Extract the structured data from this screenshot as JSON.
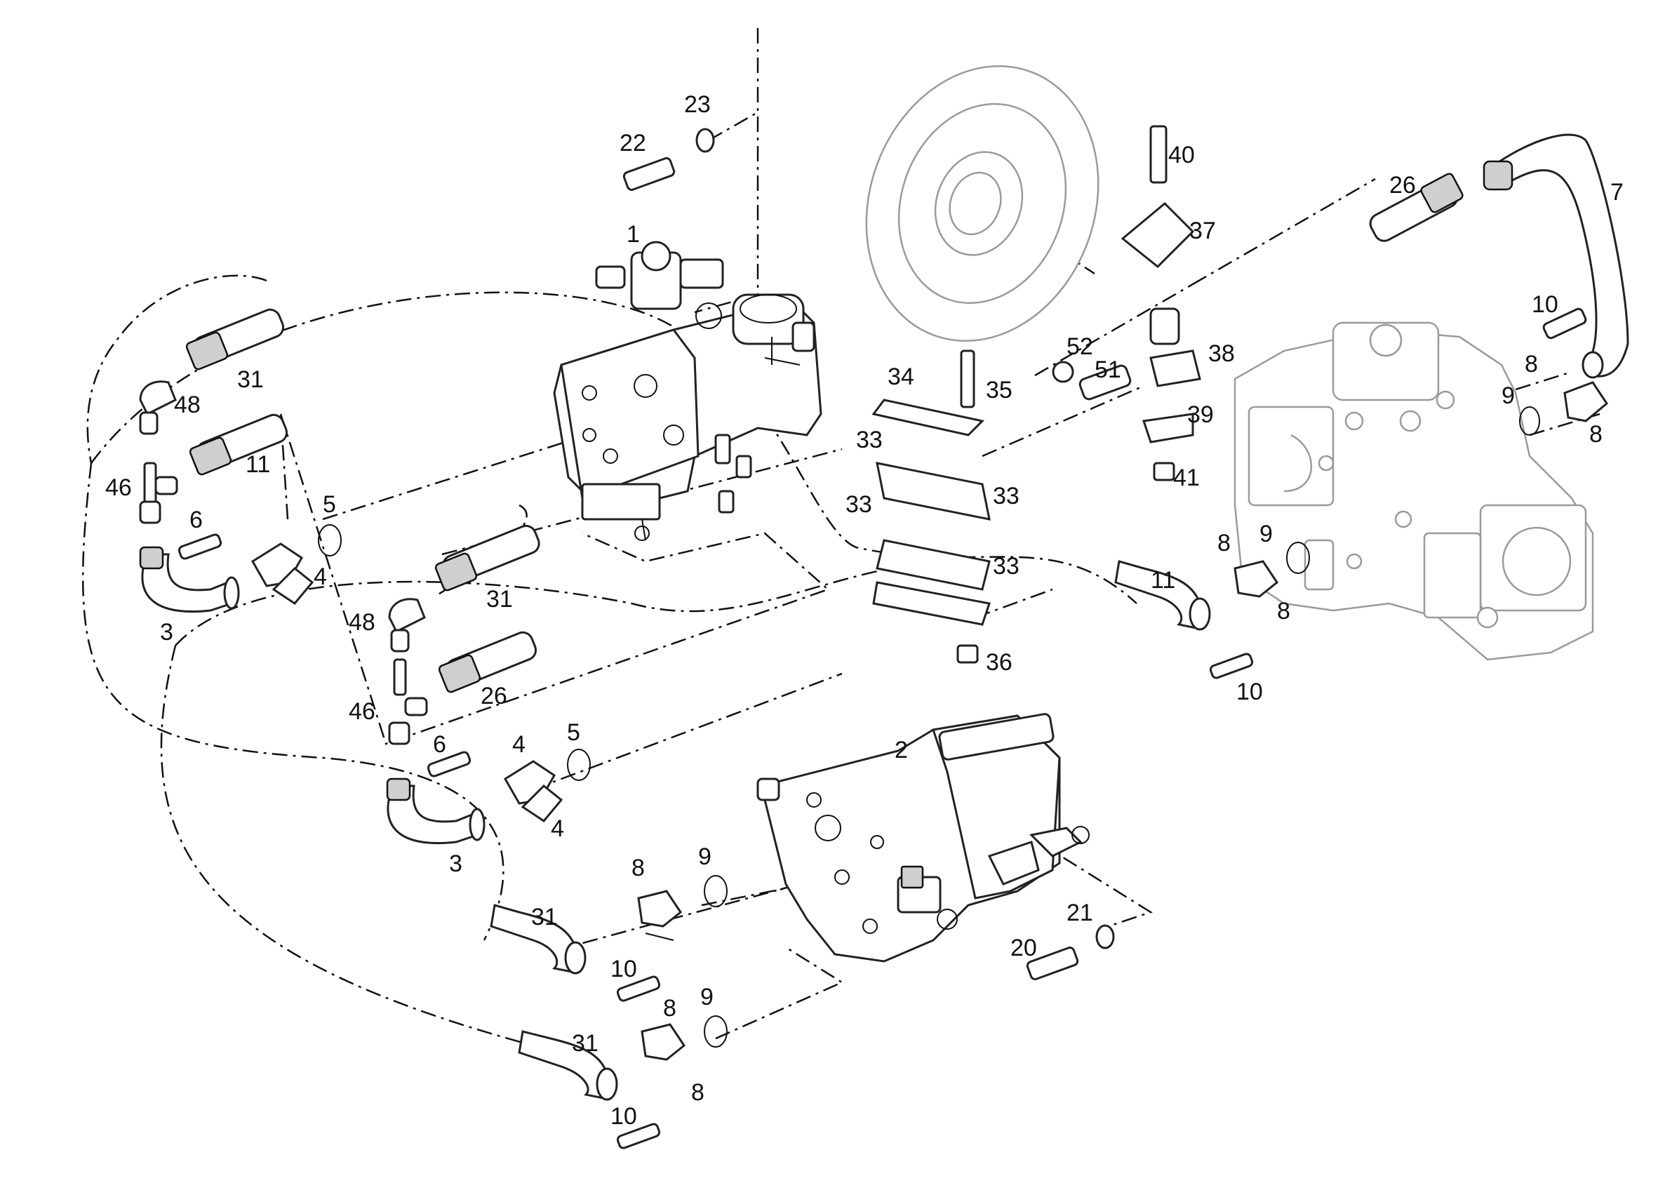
{
  "diagram": {
    "callouts": [
      {
        "id": "c1",
        "text": "1"
      },
      {
        "id": "c2",
        "text": "2"
      },
      {
        "id": "c23",
        "text": "23"
      },
      {
        "id": "c22",
        "text": "22"
      },
      {
        "id": "c40",
        "text": "40"
      },
      {
        "id": "c37",
        "text": "37"
      },
      {
        "id": "c26a",
        "text": "26"
      },
      {
        "id": "c7",
        "text": "7"
      },
      {
        "id": "c10a",
        "text": "10"
      },
      {
        "id": "c8a",
        "text": "8"
      },
      {
        "id": "c9a",
        "text": "9"
      },
      {
        "id": "c8b",
        "text": "8"
      },
      {
        "id": "c52",
        "text": "52"
      },
      {
        "id": "c51",
        "text": "51"
      },
      {
        "id": "c38",
        "text": "38"
      },
      {
        "id": "c39",
        "text": "39"
      },
      {
        "id": "c41",
        "text": "41"
      },
      {
        "id": "c34",
        "text": "34"
      },
      {
        "id": "c35",
        "text": "35"
      },
      {
        "id": "c33a",
        "text": "33"
      },
      {
        "id": "c33b",
        "text": "33"
      },
      {
        "id": "c33c",
        "text": "33"
      },
      {
        "id": "c33d",
        "text": "33"
      },
      {
        "id": "c36",
        "text": "36"
      },
      {
        "id": "c31a",
        "text": "31"
      },
      {
        "id": "c48a",
        "text": "48"
      },
      {
        "id": "c11a",
        "text": "11"
      },
      {
        "id": "c46a",
        "text": "46"
      },
      {
        "id": "c6a",
        "text": "6"
      },
      {
        "id": "c5a",
        "text": "5"
      },
      {
        "id": "c4a",
        "text": "4"
      },
      {
        "id": "c3a",
        "text": "3"
      },
      {
        "id": "c31b",
        "text": "31"
      },
      {
        "id": "c48b",
        "text": "48"
      },
      {
        "id": "c26b",
        "text": "26"
      },
      {
        "id": "c46b",
        "text": "46"
      },
      {
        "id": "c6b",
        "text": "6"
      },
      {
        "id": "c4b",
        "text": "4"
      },
      {
        "id": "c5b",
        "text": "5"
      },
      {
        "id": "c4c",
        "text": "4"
      },
      {
        "id": "c3b",
        "text": "3"
      },
      {
        "id": "c11b",
        "text": "11"
      },
      {
        "id": "c8c",
        "text": "8"
      },
      {
        "id": "c9b",
        "text": "9"
      },
      {
        "id": "c8d",
        "text": "8"
      },
      {
        "id": "c10b",
        "text": "10"
      },
      {
        "id": "c8e",
        "text": "8"
      },
      {
        "id": "c9c",
        "text": "9"
      },
      {
        "id": "c31c",
        "text": "31"
      },
      {
        "id": "c10c",
        "text": "10"
      },
      {
        "id": "c21",
        "text": "21"
      },
      {
        "id": "c20",
        "text": "20"
      },
      {
        "id": "c8f",
        "text": "8"
      },
      {
        "id": "c9d",
        "text": "9"
      },
      {
        "id": "c31d",
        "text": "31"
      },
      {
        "id": "c8g",
        "text": "8"
      },
      {
        "id": "c10d",
        "text": "10"
      }
    ]
  },
  "colors": {
    "line": "#111111",
    "ghost_part": "#9a9a9a",
    "background": "#ffffff"
  }
}
